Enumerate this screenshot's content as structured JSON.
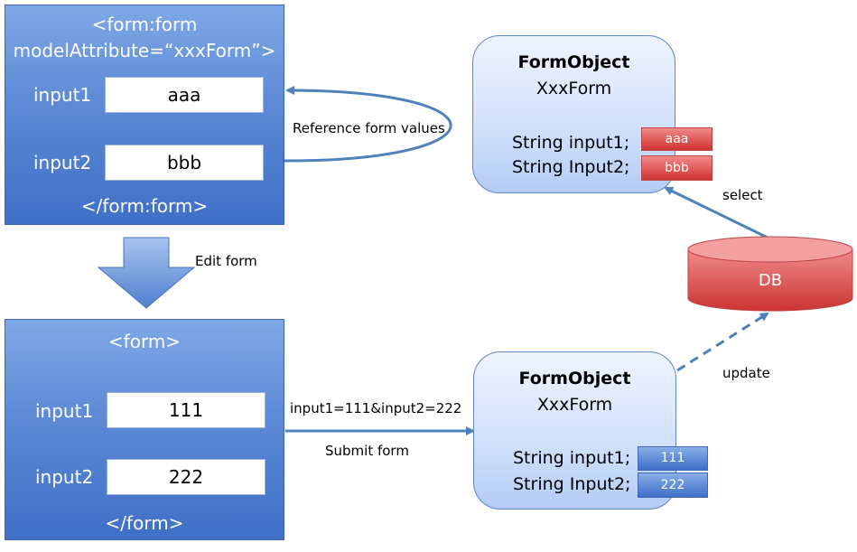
{
  "top_form": {
    "open_tag_line1": "<form:form",
    "open_tag_line2": "modelAttribute=“xxxForm”>",
    "input1_label": "input1",
    "input1_value": "aaa",
    "input2_label": "input2",
    "input2_value": "bbb",
    "close_tag": "</form:form>"
  },
  "bottom_form": {
    "open_tag": "<form>",
    "input1_label": "input1",
    "input1_value": "111",
    "input2_label": "input2",
    "input2_value": "222",
    "close_tag": "</form>"
  },
  "form_object_top": {
    "title": "FormObject",
    "subtitle": "XxxForm",
    "field1": "String input1;",
    "field2": "String Input2;",
    "value1": "aaa",
    "value2": "bbb"
  },
  "form_object_bottom": {
    "title": "FormObject",
    "subtitle": "XxxForm",
    "field1": "String input1;",
    "field2": "String Input2;",
    "value1": "111",
    "value2": "222"
  },
  "db": {
    "label": "DB"
  },
  "labels": {
    "reference": "Reference form values",
    "edit": "Edit form",
    "query": "input1=111&input2=222",
    "submit": "Submit form",
    "select": "select",
    "update": "update"
  },
  "colors": {
    "panel_blue": "#4f7fd0",
    "object_blue": "#c8dafa",
    "db_red": "#e04848",
    "arrow_blue": "#4f81bd"
  }
}
